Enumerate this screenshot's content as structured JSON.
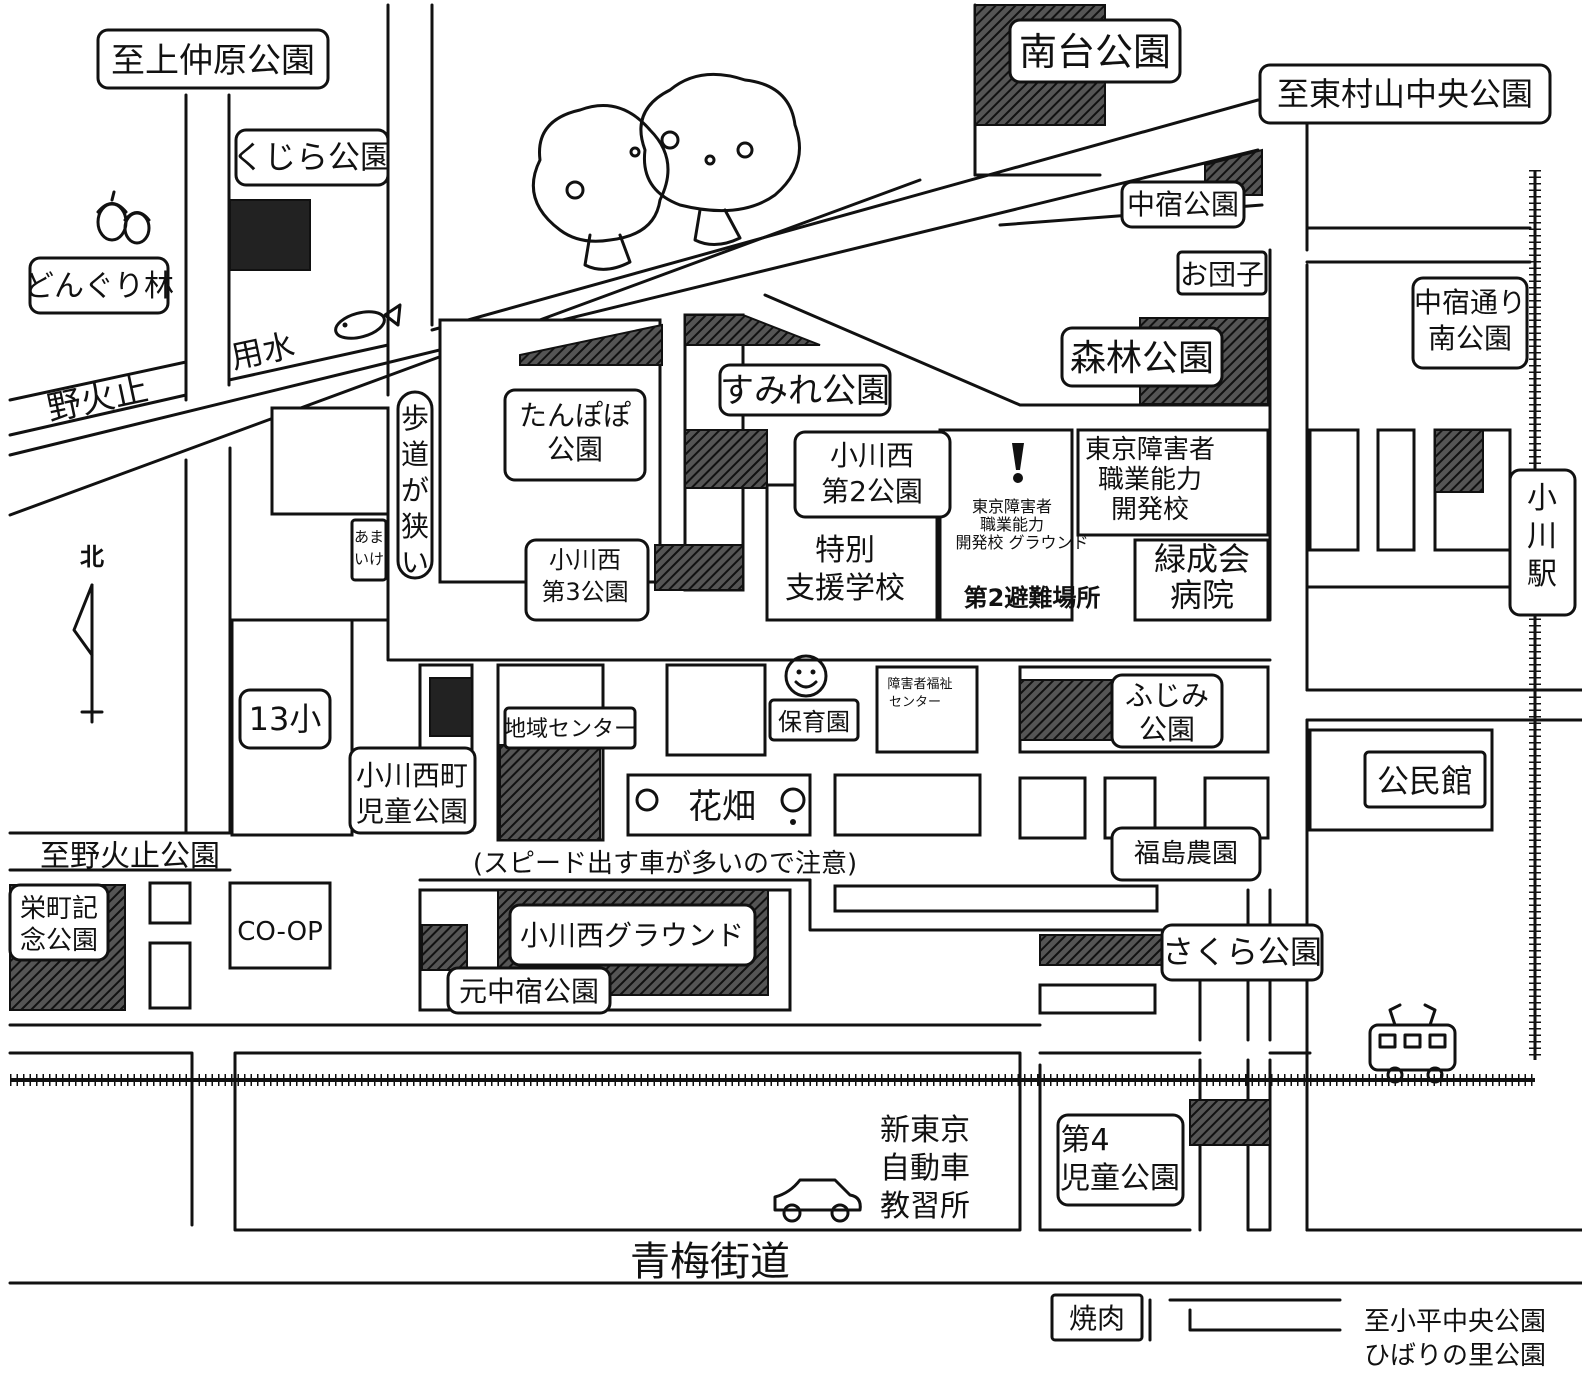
{
  "labels": {
    "kami_nakahara": "至上仲原公園",
    "minamidai": "南台公園",
    "higashimurayama": "至東村山中央公園",
    "kujira": "くじら公園",
    "nakajuku": "中宿公園",
    "donguri": "どんぐり林",
    "odango": "お団子",
    "yousui": "用水",
    "nobidome": "野火止",
    "tanpopo_1": "たんぽぽ",
    "tanpopo_2": "公園",
    "sumire": "すみれ公園",
    "shinrin": "森林公園",
    "nakajuku_dori_1": "中宿通り",
    "nakajuku_dori_2": "南公園",
    "hodou_1": "歩",
    "hodou_2": "道",
    "hodou_3": "が",
    "hodou_4": "狭",
    "hodou_5": "い",
    "ogawanishi2_1": "小川西",
    "ogawanishi2_2": "第2公園",
    "school_rehab_1": "東京障害者",
    "school_rehab_2": "職業能力",
    "school_rehab_3": "開発校",
    "ground_rehab_1": "東京障害者",
    "ground_rehab_2": "職業能力",
    "ground_rehab_3": "開発校 グラウンド",
    "evacuation": "第2避難場所",
    "ryokuseikai_1": "緑成会",
    "ryokuseikai_2": "病院",
    "amaike_1": "あま",
    "amaike_2": "いけ",
    "ogawanishi3_1": "小川西",
    "ogawanishi3_2": "第3公園",
    "tokubetsu_1": "特別",
    "tokubetsu_2": "支援学校",
    "ogawa_station_1": "小",
    "ogawa_station_2": "川",
    "ogawa_station_3": "駅",
    "north": "北",
    "school13": "13小",
    "chiiki": "地域センター",
    "hoikuen": "保育園",
    "fukushi_1": "障害者福祉",
    "fukushi_2": "センター",
    "fujimi_1": "ふじみ",
    "fujimi_2": "公園",
    "kominkan": "公民館",
    "jidou_1": "小川西町",
    "jidou_2": "児童公園",
    "hanabatake": "花畑",
    "nobidome_park": "至野火止公園",
    "speed_warning": "(スピード出す車が多いので注意)",
    "fukushima": "福島農園",
    "sakae_1": "栄町記",
    "sakae_2": "念公園",
    "coop": "CO-OP",
    "ground": "小川西グラウンド",
    "motonakajuku": "元中宿公園",
    "sakura": "さくら公園",
    "driving_1": "新東京",
    "driving_2": "自動車",
    "driving_3": "教習所",
    "jidou4_1": "第4",
    "jidou4_2": "児童公園",
    "oume": "青梅街道",
    "yakiniku": "焼肉",
    "kodaira_1": "至小平中央公園",
    "kodaira_2": "ひばりの里公園"
  },
  "icons": [
    "acorn-icon",
    "fish-icon",
    "tree-icon",
    "exclamation-icon",
    "smiley-icon",
    "flower-icon",
    "car-icon",
    "train-icon",
    "north-arrow-icon"
  ]
}
